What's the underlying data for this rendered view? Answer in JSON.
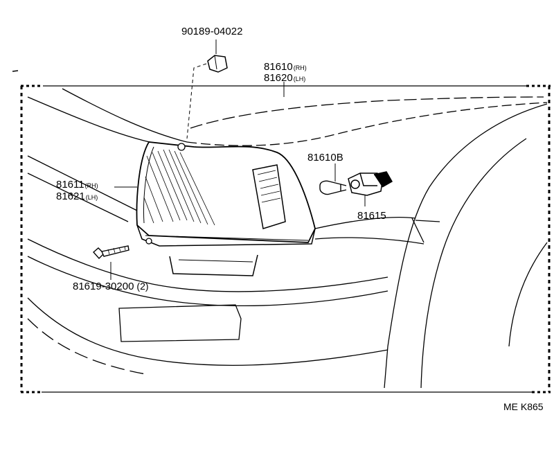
{
  "diagram": {
    "part_labels": [
      {
        "id": "clip",
        "number": "90189-04022",
        "suffix": ""
      },
      {
        "id": "lamp-assy-rh",
        "number": "81610",
        "suffix": "(RH)"
      },
      {
        "id": "lamp-assy-lh",
        "number": "81620",
        "suffix": "(LH)"
      },
      {
        "id": "lens-rh",
        "number": "81611",
        "suffix": "(RH)"
      },
      {
        "id": "lens-lh",
        "number": "81621",
        "suffix": "(LH)"
      },
      {
        "id": "bulb",
        "number": "81610B",
        "suffix": ""
      },
      {
        "id": "socket",
        "number": "81615",
        "suffix": ""
      },
      {
        "id": "screw",
        "number": "81619-30200",
        "suffix": "(2)"
      }
    ],
    "figure_code": "ME K865"
  }
}
